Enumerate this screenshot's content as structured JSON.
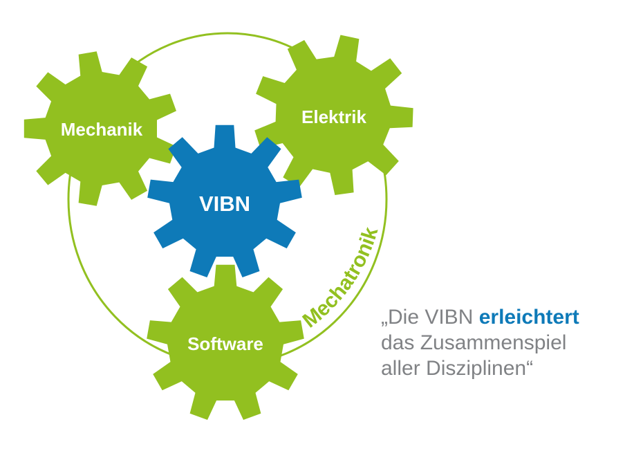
{
  "colors": {
    "green": "#92c020",
    "blue": "#0e7ab8",
    "gray_text": "#808285",
    "white": "#ffffff"
  },
  "gears": {
    "mechanik": {
      "label": "Mechanik",
      "color": "#92c020"
    },
    "elektrik": {
      "label": "Elektrik",
      "color": "#92c020"
    },
    "vibn": {
      "label": "VIBN",
      "color": "#0e7ab8"
    },
    "software": {
      "label": "Software",
      "color": "#92c020"
    }
  },
  "ring": {
    "label": "Mechatronik",
    "color": "#92c020"
  },
  "quote": {
    "open_part": "„Die VIBN ",
    "emphasis": "erleichtert",
    "line2": "das Zusammenspiel",
    "line3": "aller Disziplinen“"
  }
}
